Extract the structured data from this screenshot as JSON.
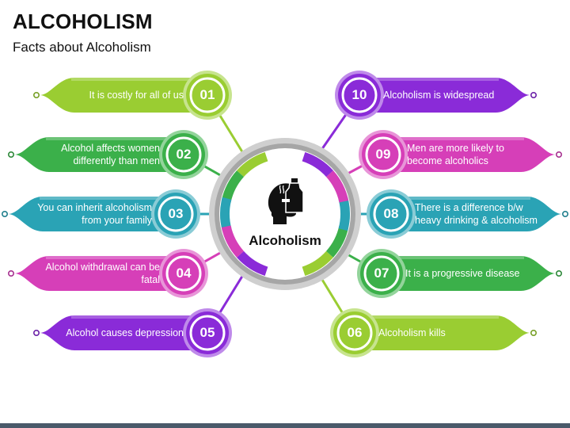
{
  "title": "ALCOHOLISM",
  "subtitle": "Facts about Alcoholism",
  "center": {
    "label": "Alcoholism",
    "icon": "head-with-bottle-icon"
  },
  "facts": [
    {
      "num": "01",
      "text": "It is costly for all of us",
      "color": "#9ACD32"
    },
    {
      "num": "02",
      "text": "Alcohol affects women differently than men",
      "color": "#3BB04A"
    },
    {
      "num": "03",
      "text": "You can inherit alcoholism from your family",
      "color": "#2AA3B5"
    },
    {
      "num": "04",
      "text": "Alcohol withdrawal can be fatal",
      "color": "#D63FB8"
    },
    {
      "num": "05",
      "text": "Alcohol causes depression",
      "color": "#8A2BD8"
    },
    {
      "num": "06",
      "text": "Alcoholism kills",
      "color": "#9ACD32"
    },
    {
      "num": "07",
      "text": "It is a progressive disease",
      "color": "#3BB04A"
    },
    {
      "num": "08",
      "text": "There is a difference b/w heavy drinking & alcoholism",
      "color": "#2AA3B5"
    },
    {
      "num": "09",
      "text": "Men are more likely to become alcoholics",
      "color": "#D63FB8"
    },
    {
      "num": "10",
      "text": "Alcoholism is widespread",
      "color": "#8A2BD8"
    }
  ]
}
